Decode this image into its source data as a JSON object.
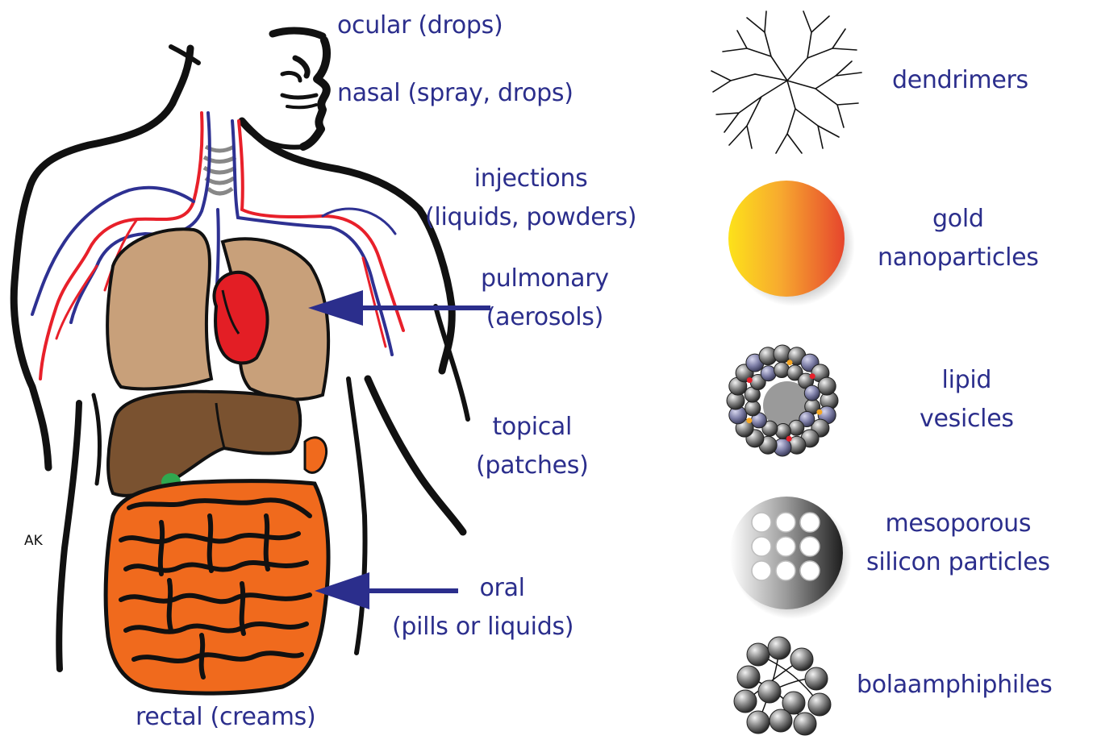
{
  "signature": "AK",
  "colors": {
    "label_text": "#2b2e8c",
    "arrow": "#2b2e8c",
    "artery": "#e8202a",
    "vein": "#2e3192",
    "lungs": "#c8a07a",
    "heart": "#e31e25",
    "liver": "#7a5230",
    "intestines": "#f06a1d",
    "gallbladder": "#2fa84f"
  },
  "routes": {
    "ocular": [
      "ocular (drops)"
    ],
    "nasal": [
      "nasal (spray, drops)"
    ],
    "injections": [
      "injections",
      "(liquids, powders)"
    ],
    "pulmonary": [
      "pulmonary",
      "(aerosols)"
    ],
    "topical": [
      "topical",
      "(patches)"
    ],
    "oral": [
      "oral",
      "(pills or liquids)"
    ],
    "rectal": [
      "rectal (creams)"
    ]
  },
  "carriers": {
    "dendrimers": [
      "dendrimers"
    ],
    "gold": [
      "gold",
      "nanoparticles"
    ],
    "lipid": [
      "lipid",
      "vesicles"
    ],
    "mesoporous": [
      "mesoporous",
      "silicon particles"
    ],
    "bola": [
      "bolaamphiphiles"
    ]
  },
  "icons": [
    "dendrimer-icon",
    "gold-nanoparticle-icon",
    "lipid-vesicle-icon",
    "mesoporous-particle-icon",
    "bolaamphiphile-icon"
  ]
}
